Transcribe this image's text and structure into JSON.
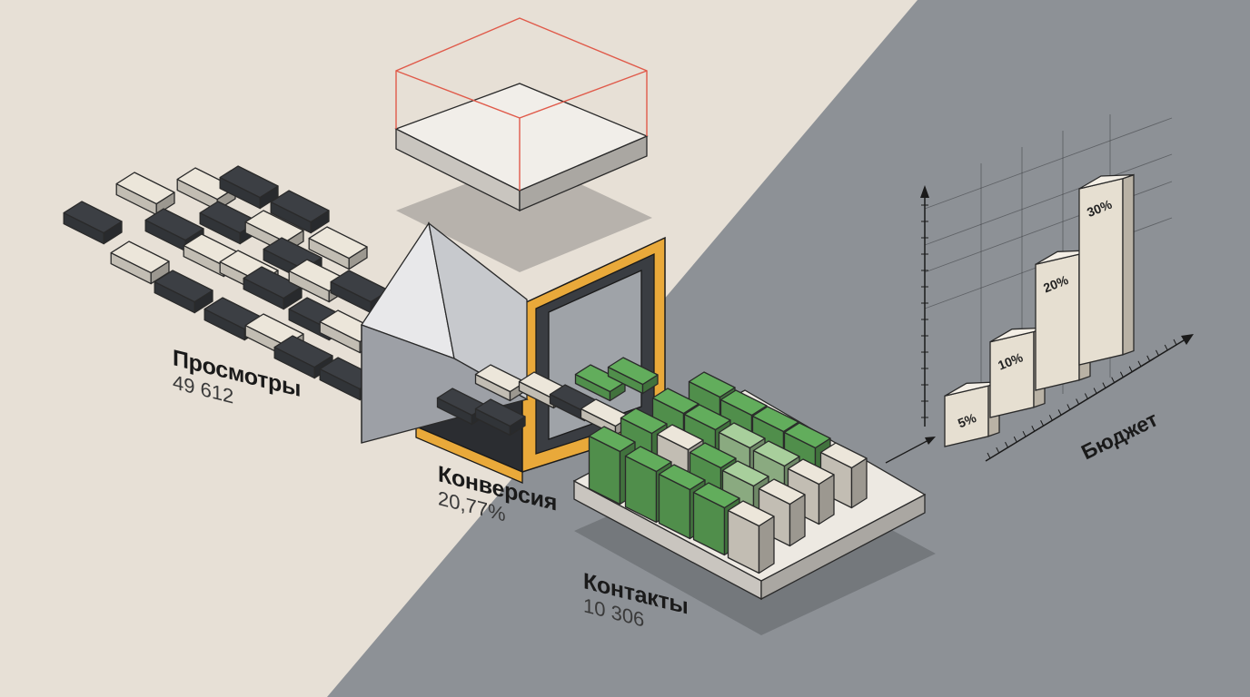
{
  "colors": {
    "bg_light": "#e7e0d6",
    "bg_dark": "#8d9196",
    "tile_dark": "#3c3f44",
    "tile_light": "#ece6da",
    "green": "#62ad5c",
    "green_light": "#a8cf9c",
    "frame_orange": "#e9a93a",
    "accent_red": "#e05a4a"
  },
  "stages": [
    {
      "id": "views",
      "title": "Просмотры",
      "value": "49 612"
    },
    {
      "id": "conversion",
      "title": "Конверсия",
      "value": "20,77%"
    },
    {
      "id": "contacts",
      "title": "Контакты",
      "value": "10 306"
    }
  ],
  "chart_data": {
    "type": "bar",
    "categories": [
      "",
      "",
      "",
      ""
    ],
    "values": [
      5,
      10,
      20,
      30
    ],
    "bar_labels": [
      "5%",
      "10%",
      "20%",
      "30%"
    ],
    "xlabel": "Бюджет",
    "ylabel": ""
  }
}
